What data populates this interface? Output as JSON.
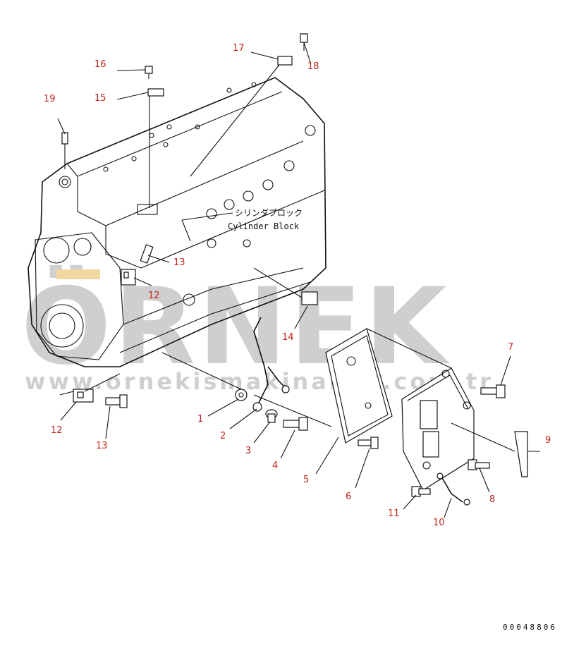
{
  "diagram": {
    "labels": {
      "block_jp": "シリンダブロック",
      "block_en": "Cylinder Block",
      "drawing_number": "00048806"
    },
    "watermark": {
      "brand": "ÖRNEK",
      "url": "www.ornekismakinalari.com.tr"
    },
    "callouts": [
      {
        "id": "c1",
        "text": "1"
      },
      {
        "id": "c2",
        "text": "2"
      },
      {
        "id": "c3",
        "text": "3"
      },
      {
        "id": "c4",
        "text": "4"
      },
      {
        "id": "c5",
        "text": "5"
      },
      {
        "id": "c6",
        "text": "6"
      },
      {
        "id": "c7",
        "text": "7"
      },
      {
        "id": "c8",
        "text": "8"
      },
      {
        "id": "c9",
        "text": "9"
      },
      {
        "id": "c10",
        "text": "10"
      },
      {
        "id": "c11",
        "text": "11"
      },
      {
        "id": "c12a",
        "text": "12"
      },
      {
        "id": "c12b",
        "text": "12"
      },
      {
        "id": "c13a",
        "text": "13"
      },
      {
        "id": "c13b",
        "text": "13"
      },
      {
        "id": "c14",
        "text": "14"
      },
      {
        "id": "c15",
        "text": "15"
      },
      {
        "id": "c16",
        "text": "16"
      },
      {
        "id": "c17",
        "text": "17"
      },
      {
        "id": "c18",
        "text": "18"
      },
      {
        "id": "c19",
        "text": "19"
      }
    ],
    "colors": {
      "callout": "#c0241e",
      "line": "#111111",
      "watermark": "#cfcfcf",
      "watermark_accent": "#f3d7a0"
    }
  }
}
